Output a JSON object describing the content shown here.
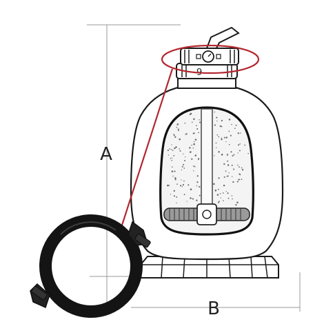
{
  "dimensions": {
    "height_label": "A",
    "width_label": "B"
  },
  "valve": {
    "port_number": "9"
  },
  "colors": {
    "callout": "#b3262e",
    "outline": "#1a1a1a",
    "dimension_line": "#9a9a9a",
    "clamp": "#141414",
    "sand_fill": "#f4f4f4"
  },
  "icons": {
    "pressure_gauge": "pressure-gauge-icon",
    "clamp": "clamp-ring-icon"
  }
}
